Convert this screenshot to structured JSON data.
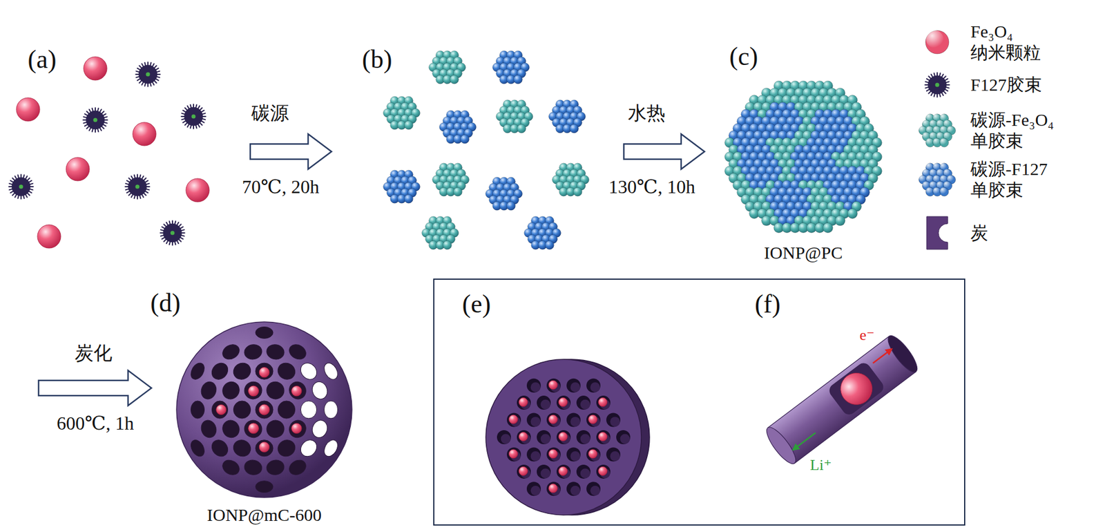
{
  "diagram": {
    "nodes": [
      {
        "text": [
          "(e)",
          "(f)"
        ]
      }
    ],
    "labels": [
      "(a)",
      "碳源",
      "70℃, 20h",
      "(b)",
      "水热",
      "130℃, 10h",
      "(c)",
      "IONP@PC",
      "(d)",
      "炭化",
      "600℃, 1h",
      "IONP@mC-600",
      "e⁻",
      "Li⁺"
    ],
    "legend": [
      {
        "text": "Fe₃O₄ 纳米颗粒",
        "color": "#e8506e"
      },
      {
        "text": "F127胶束",
        "color": "#2c2350"
      },
      {
        "text": "碳源-Fe₃O₄ 单胶束",
        "color": "#4aa6a4"
      },
      {
        "text": "碳源-F127 单胶束",
        "color": "#3a78c8"
      },
      {
        "text": "炭"
      }
    ]
  }
}
